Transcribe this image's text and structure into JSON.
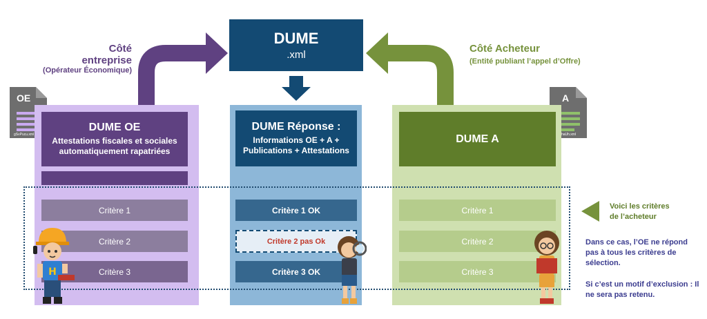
{
  "top": {
    "title": "DUME",
    "subtitle": ".xml"
  },
  "left": {
    "title": "Côté",
    "title2": "entreprise",
    "subtitle": "(Opérateur Économique)",
    "doc_label": "OE",
    "doc_file": "gSvPucu.xml",
    "header_title": "DUME OE",
    "header_sub": "Attestations fiscales et sociales automatiquement rapatriées",
    "criteria": [
      "Critère 1",
      "Critère 2",
      "Critère 3"
    ]
  },
  "middle": {
    "header_title": "DUME Réponse :",
    "header_sub": "Informations OE + A + Publications + Attestations",
    "criteria": [
      "Critère 1 OK",
      "Critère 2 pas Ok",
      "Critère 3 OK"
    ]
  },
  "right": {
    "title": "Côté Acheteur",
    "subtitle": "(Entité publiant l’appel d’Offre)",
    "doc_label": "A",
    "doc_file": "ZOhaUh.xml",
    "header_title": "DUME A",
    "criteria": [
      "Critère 1",
      "Critère 2",
      "Critère 3"
    ]
  },
  "notes": {
    "arrow_label_1": "Voici les critères",
    "arrow_label_2": "de l’acheteur",
    "note1": "Dans ce cas, l’OE ne répond pas à tous les critères de sélection.",
    "note2": "Si c’est un motif d’exclusion : Il ne sera pas retenu."
  },
  "colors": {
    "purple_dark": "#5f4181",
    "purple_light": "#d3bdf0",
    "blue_dark": "#134a73",
    "blue_light": "#8db7d8",
    "green_dark": "#5f7d2a",
    "green_light": "#cfe0b0",
    "green_arrow": "#76923c",
    "red_text": "#c0392b"
  }
}
